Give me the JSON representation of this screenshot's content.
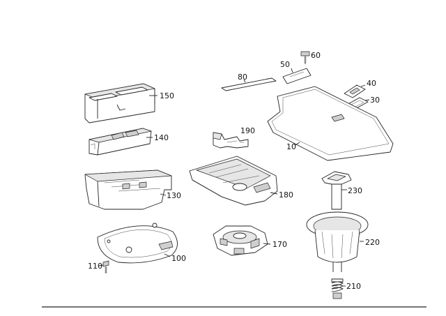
{
  "parts": [
    {
      "id": "p150",
      "label": "150"
    },
    {
      "id": "p140",
      "label": "140"
    },
    {
      "id": "p130",
      "label": "130"
    },
    {
      "id": "p100",
      "label": "100"
    },
    {
      "id": "p110",
      "label": "110"
    },
    {
      "id": "p190",
      "label": "190"
    },
    {
      "id": "p180",
      "label": "180"
    },
    {
      "id": "p170",
      "label": "170"
    },
    {
      "id": "p80",
      "label": "80"
    },
    {
      "id": "p50",
      "label": "50"
    },
    {
      "id": "p60",
      "label": "60"
    },
    {
      "id": "p40",
      "label": "40"
    },
    {
      "id": "p30",
      "label": "30"
    },
    {
      "id": "p10",
      "label": "10"
    },
    {
      "id": "p230",
      "label": "230"
    },
    {
      "id": "p220",
      "label": "220"
    },
    {
      "id": "p210",
      "label": "210"
    }
  ]
}
